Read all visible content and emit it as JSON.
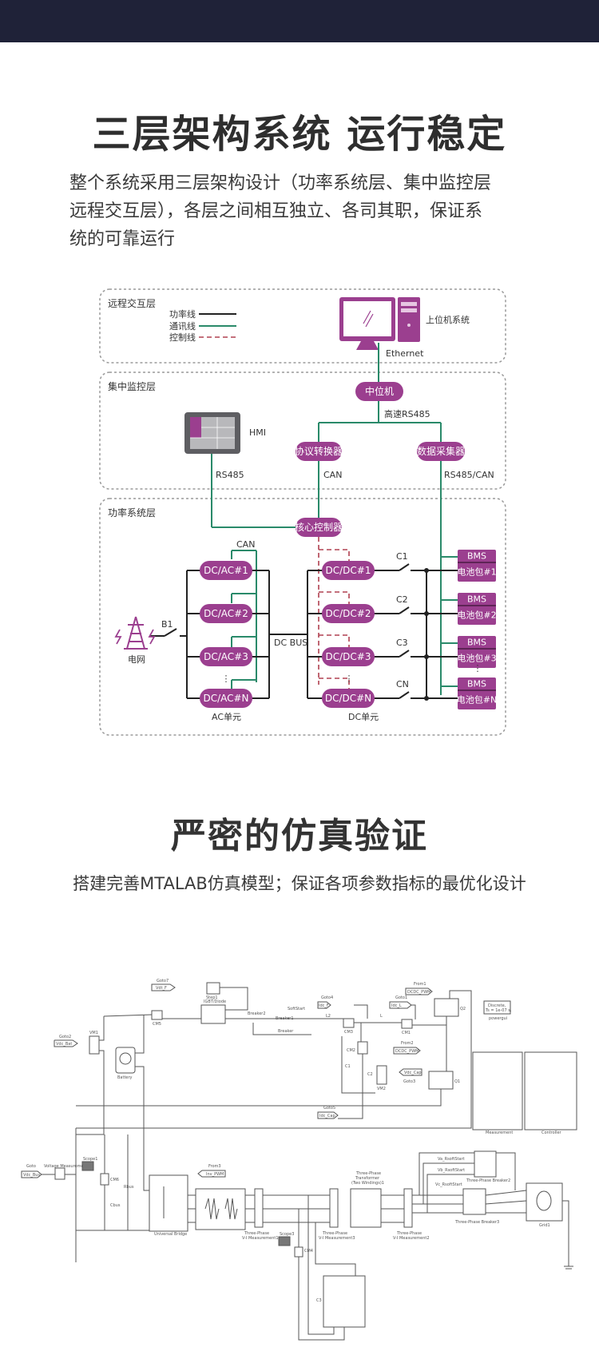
{
  "section1": {
    "title": "三层架构系统  运行稳定",
    "intro_lines": [
      "整个系统采用三层架构设计（功率系统层、集中监控层",
      "远程交互层），各层之间相互独立、各司其职，保证系",
      "统的可靠运行"
    ]
  },
  "diagram": {
    "layers": {
      "remote": "远程交互层",
      "monitor": "集中监控层",
      "power": "功率系统层"
    },
    "legend": [
      {
        "label": "功率线",
        "style": "solid",
        "color": "#222222"
      },
      {
        "label": "通讯线",
        "style": "solid",
        "color": "#2a8a6a"
      },
      {
        "label": "控制线",
        "style": "dashed",
        "color": "#b04050"
      }
    ],
    "host_system_label": "上位机系统",
    "ethernet_label": "Ethernet",
    "middle_controller": "中位机",
    "high_speed_rs485": "高速RS485",
    "hmi_label": "HMI",
    "rs485_label": "RS485",
    "protocol_converter": "协议转换器",
    "can_label": "CAN",
    "data_collector": "数据采集器",
    "rs485_can_label": "RS485/CAN",
    "core_controller": "核心控制器",
    "can_top_label": "CAN",
    "ac_units": [
      "DC/AC#1",
      "DC/AC#2",
      "DC/AC#3",
      "DC/AC#N"
    ],
    "dc_units": [
      "DC/DC#1",
      "DC/DC#2",
      "DC/DC#3",
      "DC/DC#N"
    ],
    "contactors": [
      "C1",
      "C2",
      "C3",
      "CN"
    ],
    "bms_label": "BMS",
    "battery_packs": [
      "电池包#1",
      "电池包#2",
      "电池包#3",
      "电池包#N"
    ],
    "grid_label": "电网",
    "breaker_label": "B1",
    "dc_bus_label": "DC BUS",
    "ac_unit_caption": "AC单元",
    "dc_unit_caption": "DC单元",
    "ellipsis": "⋮",
    "colors": {
      "accent": "#9b3f8f",
      "comm": "#2a8a6a",
      "control": "#b04050",
      "power": "#222222",
      "hmi": "#5e5e62"
    }
  },
  "section2": {
    "title": "严密的仿真验证",
    "subtitle": "搭建完善MTALAB仿真模型；保证各项参数指标的最优化设计"
  },
  "simulink": {
    "labels": {
      "goto7": "Goto7",
      "vdt_f": "Vdt_F",
      "step1": "Step1",
      "igbt_diode": "IGBT/Diode",
      "goto2": "Goto2",
      "vdc_bat": "Vdc_Bat",
      "vm1": "VM1",
      "cm5": "CM5",
      "battery": "Battery",
      "breaker2": "Breaker2",
      "breaker1": "Breaker1",
      "breaker": "Breaker",
      "softstart": "SoftStart",
      "goto4": "Goto4",
      "idc_f": "Idc_F",
      "l2": "L2",
      "cm3": "CM3",
      "goto1": "Goto1",
      "idc_l": "Idc_L",
      "l": "L",
      "cm1": "CM1",
      "from1": "From1",
      "dcdc_pwm": "DCDC_PWM",
      "q2": "Q2",
      "q1": "Q1",
      "from2": "From2",
      "cm2": "CM2",
      "c1": "C1",
      "c2": "C2",
      "vm2": "VM2",
      "vdc_cap": "Vdc_Cap",
      "goto3": "Goto3",
      "goto5": "Goto5",
      "idc_cap": "Idc_Cap",
      "discrete": "Discrete,",
      "ts": "Ts = 1e-07 s.",
      "powergui": "powergui",
      "measurement": "Measurement",
      "controller": "Controller",
      "goto": "Goto",
      "vdc_bus": "Vdc_Bus",
      "voltage_measurement": "Voltage Measurement",
      "scope1": "Scope1",
      "cm6": "CM6",
      "cbus": "Cbus",
      "rbus": "Rbus",
      "from3": "From3",
      "inv_pwm": "Inv_PWM",
      "universal_bridge": "Universal Bridge",
      "three_phase": "Three-Phase",
      "vi_meas1": "V-I Measurement1",
      "scope3": "Scope3",
      "cm4": "CM4",
      "c3": "C3",
      "transformer1": "Three-Phase",
      "transformer2": "Transformer",
      "transformer3": "(Two Windings)1",
      "vi_meas3": "V-I Measurement3",
      "vi_meas2": "V-I Measurement2",
      "va_rsoft": "Va_RsoftStart",
      "vb_rsoft": "Vb_RsoftStart",
      "vc_rsoft": "Vc_RsoftStart",
      "breaker3p2": "Three-Phase Breaker2",
      "breaker3p3": "Three-Phase Breaker3",
      "grid1": "Grid1"
    }
  }
}
